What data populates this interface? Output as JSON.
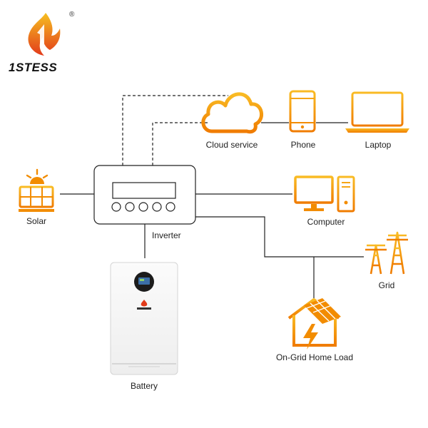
{
  "brand": {
    "name": "1STESS",
    "registered_mark": "®"
  },
  "nodes": {
    "cloud": "Cloud service",
    "phone": "Phone",
    "laptop": "Laptop",
    "solar": "Solar",
    "computer": "Computer",
    "inverter": "Inverter",
    "grid": "Grid",
    "battery": "Battery",
    "home_load": "On-Grid Home Load"
  },
  "colors": {
    "accent_orange": "#f28c00",
    "accent_yellow": "#f8b820",
    "line": "#222222",
    "logo_red": "#e23b1b"
  }
}
